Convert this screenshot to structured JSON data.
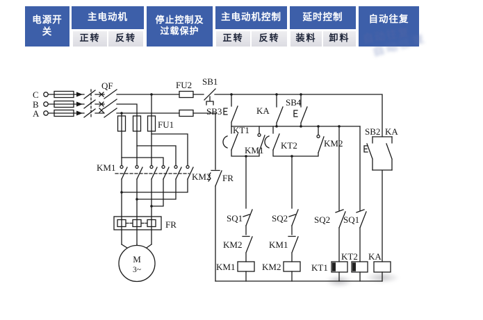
{
  "header": {
    "power_switch": "电源开\n关",
    "main_motor": "主电动机",
    "main_motor_fwd": "正转",
    "main_motor_rev": "反转",
    "stop_protect": "停止控制及\n过载保护",
    "motor_control": "主电动机控制",
    "motor_control_fwd": "正转",
    "motor_control_rev": "反转",
    "delay_control": "延时控制",
    "delay_load": "装料",
    "delay_unload": "卸料",
    "auto_reciprocate": "自动往复",
    "header_bg": "#3d5fa9",
    "subheader_bg": "#e4e4e9"
  },
  "watermark": {
    "ghost1": "自动往复",
    "ghost2": "自动往复"
  },
  "circuit": {
    "labels": {
      "phase_c": "C",
      "phase_b": "B",
      "phase_a": "A",
      "qf": "QF",
      "fu1": "FU1",
      "fu2": "FU2",
      "sb1": "SB1",
      "sb3": "SB3",
      "ka_branch": "KA",
      "sb4": "SB4",
      "kt1_contact": "KT1",
      "km1_hold": "KM1",
      "kt2_contact": "KT2",
      "km2_hold": "KM2",
      "sb2": "SB2",
      "ka_right": "KA",
      "fr_control": "FR",
      "km1_main": "KM1",
      "km2_main": "KM2",
      "fr_main": "FR",
      "sq1_no": "SQ1",
      "sq2_no": "SQ2",
      "sq2_nc": "SQ2",
      "sq1_nc": "SQ1",
      "km2_interlock": "KM2",
      "km1_interlock": "KM1",
      "km1_coil": "KM1",
      "km2_coil": "KM2",
      "kt1_coil": "KT1",
      "kt2_coil": "KT2",
      "ka_coil": "KA",
      "motor_m": "M",
      "motor_ph": "3~"
    }
  }
}
